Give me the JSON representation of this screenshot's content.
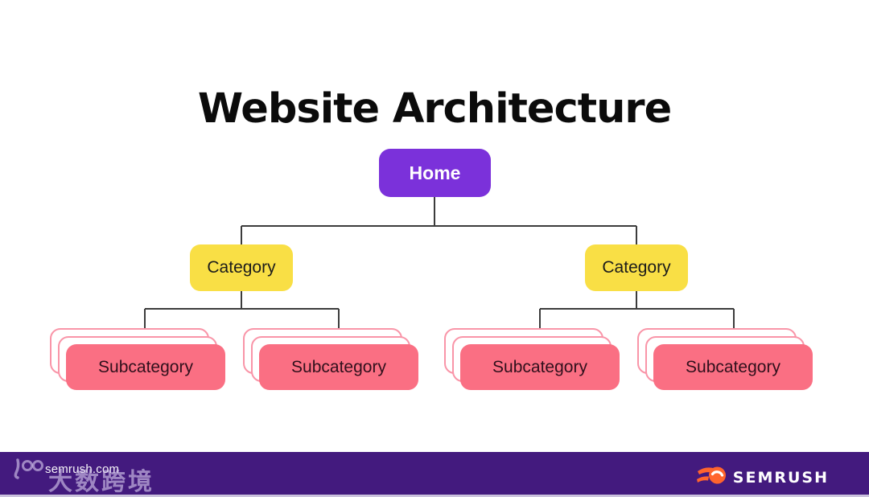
{
  "slide": {
    "title": "Website Architecture"
  },
  "diagram": {
    "root": {
      "label": "Home"
    },
    "categories": [
      {
        "label": "Category"
      },
      {
        "label": "Category"
      }
    ],
    "subcategories": [
      {
        "label": "Subcategory"
      },
      {
        "label": "Subcategory"
      },
      {
        "label": "Subcategory"
      },
      {
        "label": "Subcategory"
      }
    ]
  },
  "footer": {
    "site": "semrush.com",
    "brand_name": "SEMRUSH"
  },
  "watermark": {
    "text": "大数跨境"
  },
  "icons": {
    "brand": "semrush-comet-icon",
    "watermark_logo": "watermark-rings-icon"
  },
  "colors": {
    "background": "#FFFFFF",
    "home_fill": "#7B31DA",
    "home_text": "#FFFFFF",
    "category_fill": "#F9DF45",
    "category_text": "#1B1B1B",
    "subcategory_fill": "#FA6F83",
    "subcategory_card_border": "#F995A8",
    "subcategory_text": "#30101C",
    "connector": "#3C3C3C",
    "footer_bg": "#431A7E",
    "footer_bottom_strip": "#CBC2DD",
    "brand_orange": "#FF642D"
  }
}
